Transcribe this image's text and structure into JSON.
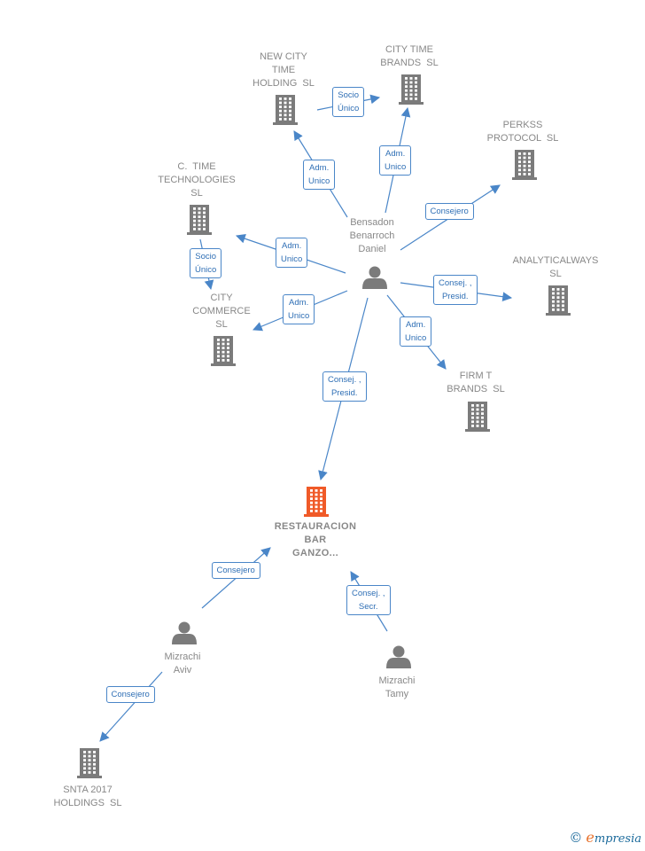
{
  "colors": {
    "company": "#7b7b7b",
    "focus_company": "#f05a28",
    "person": "#7b7b7b",
    "edge": "#4a86c8",
    "edge_text": "#2f6fb5"
  },
  "nodes": [
    {
      "id": "new_city_time",
      "type": "company",
      "lines": [
        "NEW CITY",
        "TIME",
        "HOLDING  SL"
      ]
    },
    {
      "id": "city_time_brands",
      "type": "company",
      "lines": [
        "CITY TIME",
        "BRANDS  SL"
      ]
    },
    {
      "id": "perkss",
      "type": "company",
      "lines": [
        "PERKSS",
        "PROTOCOL  SL"
      ]
    },
    {
      "id": "c_time_tech",
      "type": "company",
      "lines": [
        "C.  TIME",
        "TECHNOLOGIES",
        "SL"
      ]
    },
    {
      "id": "analyticalways",
      "type": "company",
      "lines": [
        "ANALYTICALWAYS",
        "SL"
      ]
    },
    {
      "id": "city_commerce",
      "type": "company",
      "lines": [
        "CITY",
        "COMMERCE",
        "SL"
      ]
    },
    {
      "id": "firm_t",
      "type": "company",
      "lines": [
        "FIRM T",
        "BRANDS  SL"
      ]
    },
    {
      "id": "bensadon",
      "type": "person",
      "lines": [
        "Bensadon",
        "Benarroch",
        "Daniel"
      ]
    },
    {
      "id": "restauracion",
      "type": "focus",
      "lines": [
        "RESTAURACION",
        "BAR",
        "GANZO..."
      ]
    },
    {
      "id": "mizrachi_aviv",
      "type": "person",
      "lines": [
        "Mizrachi",
        "Aviv"
      ]
    },
    {
      "id": "mizrachi_tamy",
      "type": "person",
      "lines": [
        "Mizrachi",
        "Tamy"
      ]
    },
    {
      "id": "snta",
      "type": "company",
      "lines": [
        "SNTA 2017",
        "HOLDINGS  SL"
      ]
    }
  ],
  "edges": [
    {
      "id": "e1",
      "from": "new_city_time",
      "to": "city_time_brands",
      "lines": [
        "Socio",
        "Único"
      ]
    },
    {
      "id": "e2",
      "from": "bensadon",
      "to": "new_city_time",
      "lines": [
        "Adm.",
        "Unico"
      ]
    },
    {
      "id": "e3",
      "from": "bensadon",
      "to": "city_time_brands",
      "lines": [
        "Adm.",
        "Unico"
      ]
    },
    {
      "id": "e4",
      "from": "bensadon",
      "to": "perkss",
      "lines": [
        "Consejero"
      ]
    },
    {
      "id": "e5",
      "from": "bensadon",
      "to": "c_time_tech",
      "lines": [
        "Adm.",
        "Unico"
      ]
    },
    {
      "id": "e6",
      "from": "c_time_tech",
      "to": "city_commerce",
      "lines": [
        "Socio",
        "Único"
      ]
    },
    {
      "id": "e7",
      "from": "bensadon",
      "to": "city_commerce",
      "lines": [
        "Adm.",
        "Unico"
      ]
    },
    {
      "id": "e8",
      "from": "bensadon",
      "to": "analyticalways",
      "lines": [
        "Consej. ,",
        "Presid."
      ]
    },
    {
      "id": "e9",
      "from": "bensadon",
      "to": "firm_t",
      "lines": [
        "Adm.",
        "Unico"
      ]
    },
    {
      "id": "e10",
      "from": "bensadon",
      "to": "restauracion",
      "lines": [
        "Consej. ,",
        "Presid."
      ]
    },
    {
      "id": "e11",
      "from": "mizrachi_aviv",
      "to": "restauracion",
      "lines": [
        "Consejero"
      ]
    },
    {
      "id": "e12",
      "from": "mizrachi_tamy",
      "to": "restauracion",
      "lines": [
        "Consej. ,",
        "Secr."
      ]
    },
    {
      "id": "e13",
      "from": "mizrachi_aviv",
      "to": "snta",
      "lines": [
        "Consejero"
      ]
    }
  ],
  "footer": {
    "copyright": "©",
    "brand_initial": "e",
    "brand_rest": "mpresia"
  }
}
